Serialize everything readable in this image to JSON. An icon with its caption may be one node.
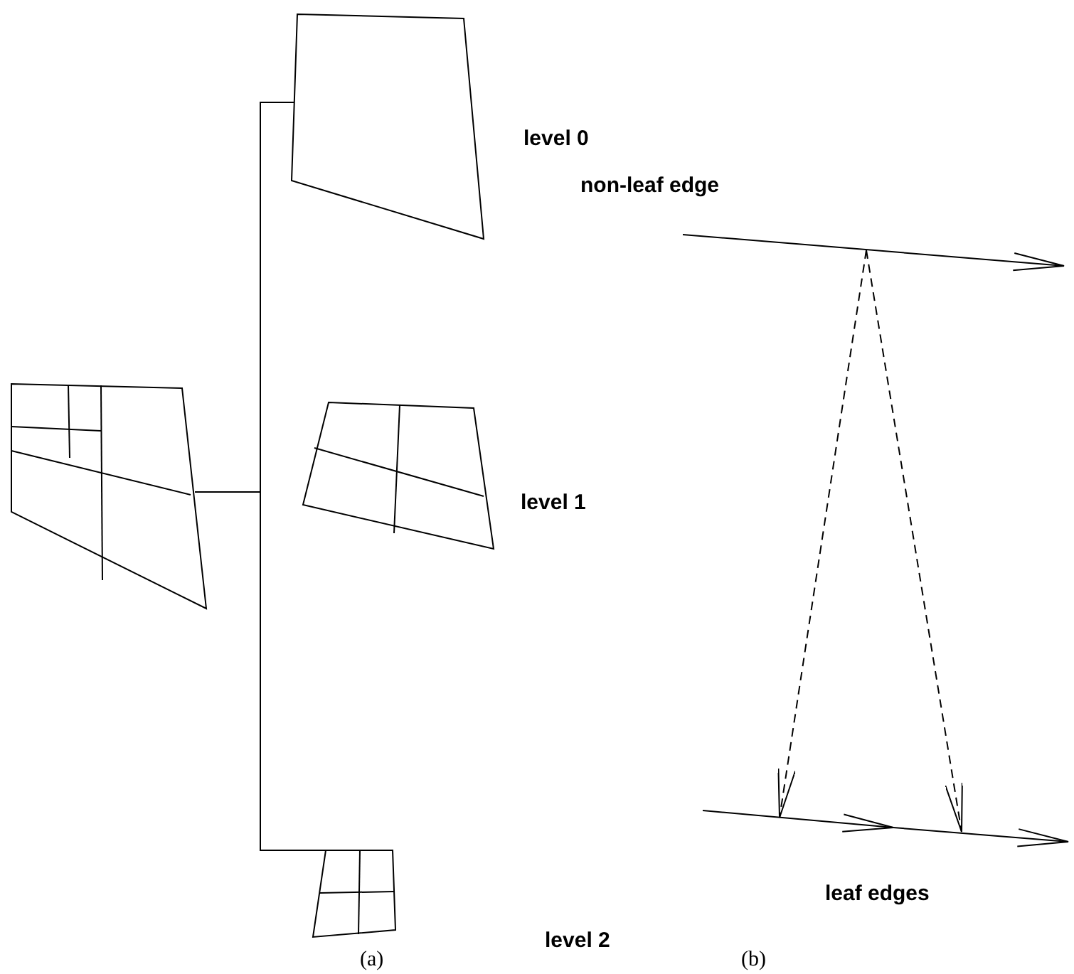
{
  "diagram": {
    "nodes": [
      {
        "text": [],
        "shape": "picture"
      },
      {
        "text": [],
        "shape": "picture"
      },
      {
        "text": [],
        "shape": "picture"
      },
      {
        "text": [],
        "shape": "picture"
      },
      {
        "text": [],
        "shape": "arrow",
        "beside": [
          "non-leaf edge"
        ]
      },
      {
        "text": [],
        "shape": "arrow"
      },
      {
        "text": [],
        "shape": "arrow"
      }
    ],
    "edges": [
      {
        "from": 0,
        "to": 1,
        "arrow": "none"
      },
      {
        "from": 0,
        "to": 3,
        "arrow": "none"
      },
      {
        "from": 4,
        "to": 5,
        "arrow": "to",
        "style": "dashed"
      },
      {
        "from": 4,
        "to": 6,
        "arrow": "to",
        "style": "dashed"
      }
    ],
    "labels": [
      "level 0",
      "level 1",
      "level 2",
      "leaf edges",
      "(a)",
      "(b)"
    ]
  }
}
